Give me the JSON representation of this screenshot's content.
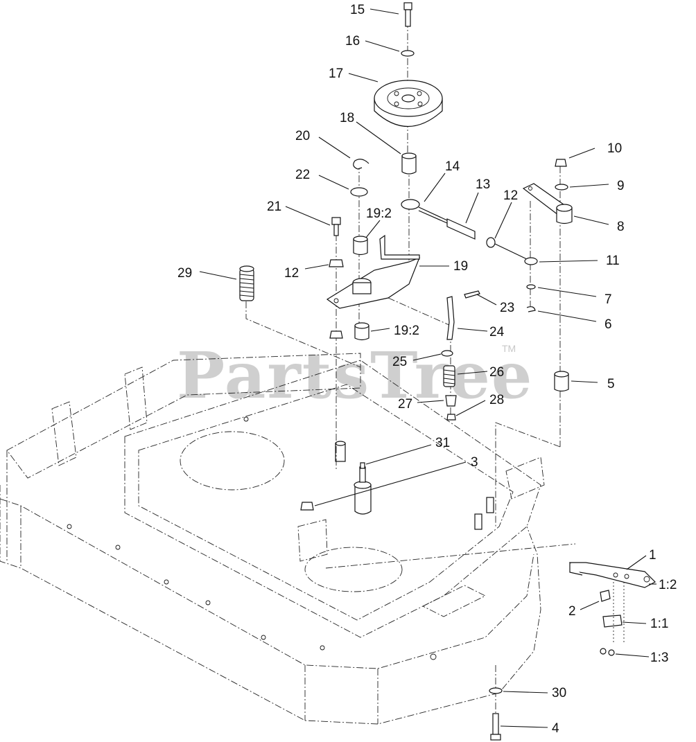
{
  "watermark": {
    "text": "PartsTree",
    "tm": "TM"
  },
  "callouts": {
    "c1": "1",
    "c1_1": "1:1",
    "c1_2": "1:2",
    "c1_3": "1:3",
    "c2": "2",
    "c3": "3",
    "c4": "4",
    "c5": "5",
    "c6": "6",
    "c7": "7",
    "c8": "8",
    "c9": "9",
    "c10": "10",
    "c11": "11",
    "c12a": "12",
    "c12b": "12",
    "c13": "13",
    "c14": "14",
    "c15": "15",
    "c16": "16",
    "c17": "17",
    "c18": "18",
    "c19": "19",
    "c19_2a": "19:2",
    "c19_2b": "19:2",
    "c20": "20",
    "c21": "21",
    "c22": "22",
    "c23": "23",
    "c24": "24",
    "c25": "25",
    "c26": "26",
    "c27": "27",
    "c28": "28",
    "c29": "29",
    "c30": "30",
    "c31": "31"
  }
}
